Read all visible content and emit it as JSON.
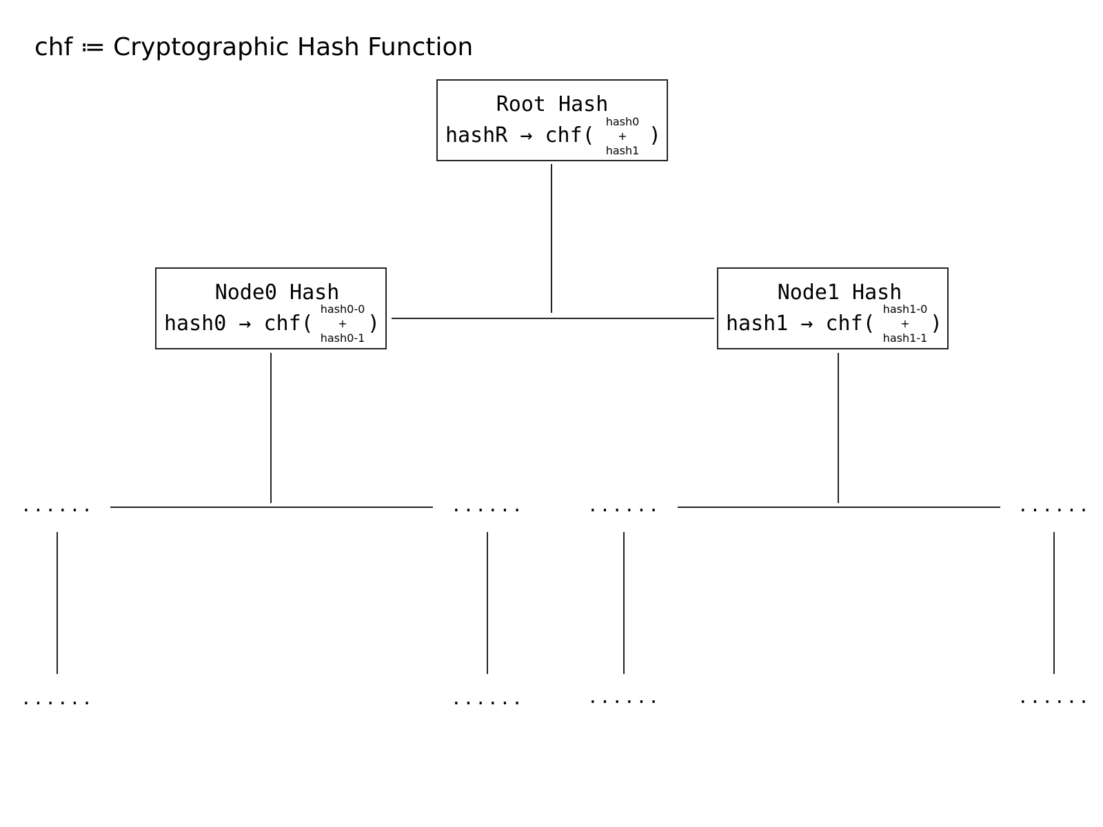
{
  "title": "chf ≔ Cryptographic Hash Function",
  "root": {
    "heading": "Root Hash",
    "formula_prefix": "hashR → chf(",
    "arg_top": "hash0",
    "plus": "+",
    "arg_bottom": "hash1",
    "close": ")"
  },
  "node0": {
    "heading": "Node0 Hash",
    "formula_prefix": "hash0 → chf(",
    "arg_top": "hash0-0",
    "plus": "+",
    "arg_bottom": "hash0-1",
    "close": ")"
  },
  "node1": {
    "heading": "Node1 Hash",
    "formula_prefix": "hash1 → chf(",
    "arg_top": "hash1-0",
    "plus": "+",
    "arg_bottom": "hash1-1",
    "close": ")"
  },
  "ellipsis": "......"
}
